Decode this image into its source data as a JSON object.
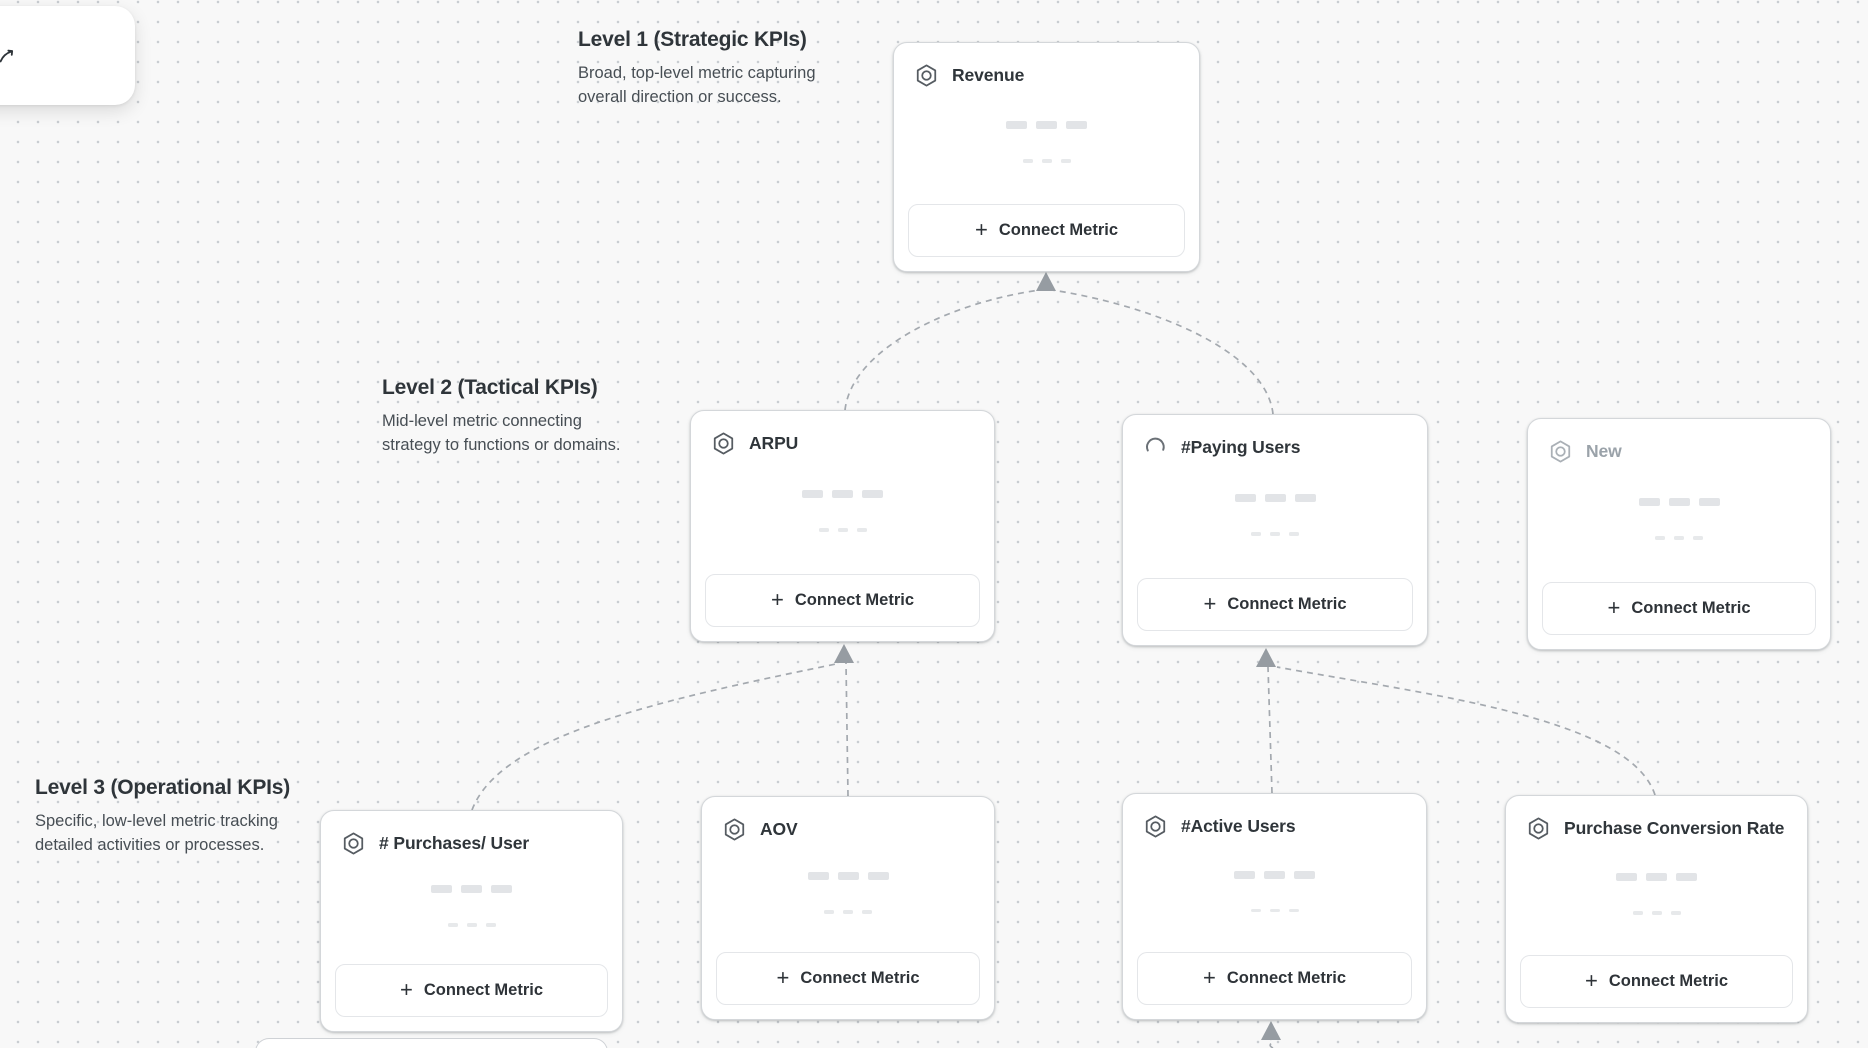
{
  "ui": {
    "plus": "+"
  },
  "toolbar": {
    "icon": "cursor-icon"
  },
  "levels": [
    {
      "title": "Level 1 (Strategic KPIs)",
      "description": "Broad, top-level metric capturing overall direction or success."
    },
    {
      "title": "Level 2 (Tactical KPIs)",
      "description": "Mid-level metric connecting strategy to functions or domains."
    },
    {
      "title": "Level 3 (Operational KPIs)",
      "description": "Specific, low-level metric tracking detailed activities or processes."
    }
  ],
  "cards": [
    {
      "title": "Revenue",
      "icon": "metric-hexagon-icon",
      "state": "named",
      "connect_label": "Connect Metric"
    },
    {
      "title": "ARPU",
      "icon": "metric-hexagon-icon",
      "state": "named",
      "connect_label": "Connect Metric"
    },
    {
      "title": "#Paying Users",
      "icon": "spinner-icon",
      "state": "loading",
      "connect_label": "Connect Metric"
    },
    {
      "title": "New",
      "icon": "metric-hexagon-icon",
      "state": "placeholder",
      "connect_label": "Connect Metric"
    },
    {
      "title": "# Purchases/ User",
      "icon": "metric-hexagon-icon",
      "state": "named",
      "connect_label": "Connect Metric"
    },
    {
      "title": "AOV",
      "icon": "metric-hexagon-icon",
      "state": "named",
      "connect_label": "Connect Metric"
    },
    {
      "title": "#Active Users",
      "icon": "metric-hexagon-icon",
      "state": "named",
      "connect_label": "Connect Metric"
    },
    {
      "title": "Purchase Conversion Rate",
      "icon": "metric-hexagon-icon",
      "state": "named",
      "connect_label": "Connect Metric"
    }
  ],
  "colors": {
    "canvas_bg": "#f8f8f8",
    "grid_dot": "#c9cdd1",
    "card_border": "#d4d7da",
    "title_text": "#2f353a",
    "placeholder_text": "#9aa2a9",
    "connector": "#a4a9af",
    "arrowhead": "#969ca2",
    "skeleton_pill": "#e2e4e7"
  }
}
